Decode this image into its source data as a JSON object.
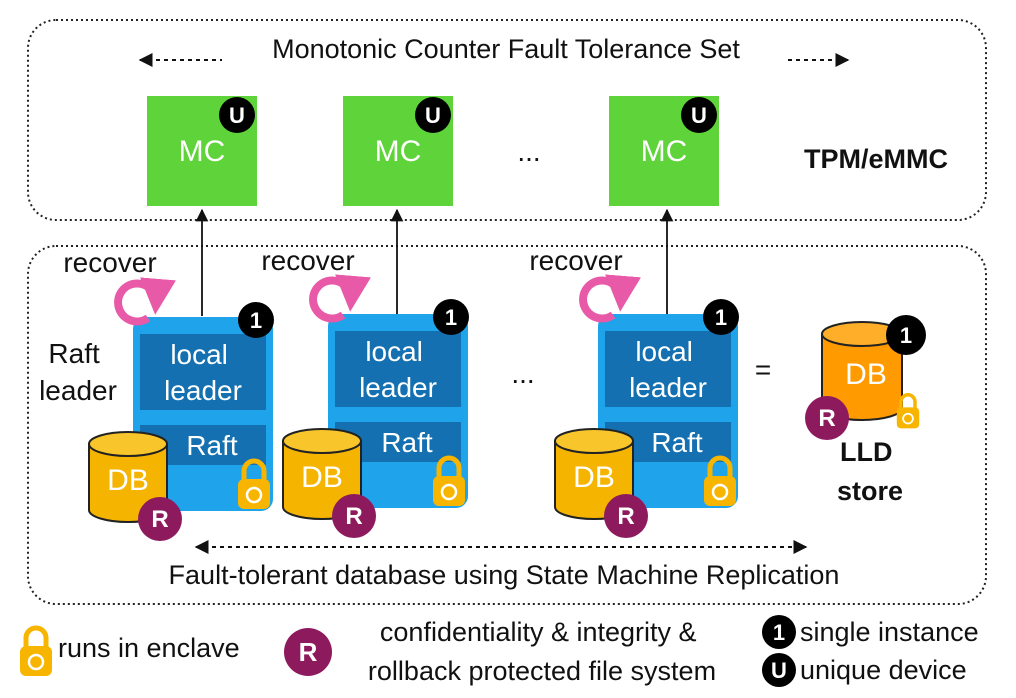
{
  "top_set": {
    "title": "Monotonic Counter Fault Tolerance Set",
    "mc_label": "MC",
    "badge_letter": "U",
    "ellipsis": "...",
    "hw_label": "TPM/eMMC"
  },
  "bottom_set": {
    "recover_label": "recover",
    "raft_leader_line1": "Raft",
    "raft_leader_line2": "leader",
    "local_line1": "local",
    "local_line2": "leader",
    "raft_label": "Raft",
    "db_label": "DB",
    "r_letter": "R",
    "single_badge": "1",
    "ellipsis": "...",
    "equals": "=",
    "lld_line1": "LLD",
    "lld_line2": "store",
    "caption": "Fault-tolerant database using State Machine Replication"
  },
  "legend": {
    "enclave": "runs in enclave",
    "fs_line1": "confidentiality & integrity &",
    "fs_line2": "rollback protected file system",
    "single_badge": "1",
    "single": "single instance",
    "unique_badge": "U",
    "unique": "unique device"
  },
  "colors": {
    "mc_green": "#5ed43a",
    "node_blue": "#1fa3ea",
    "node_inner": "#1470b0",
    "db_yellow": "#f4b400",
    "db_orange": "#ff9a00",
    "r_maroon": "#8e1a5e",
    "recover_pink": "#e85aa8",
    "lock_gold": "#f7b500"
  }
}
